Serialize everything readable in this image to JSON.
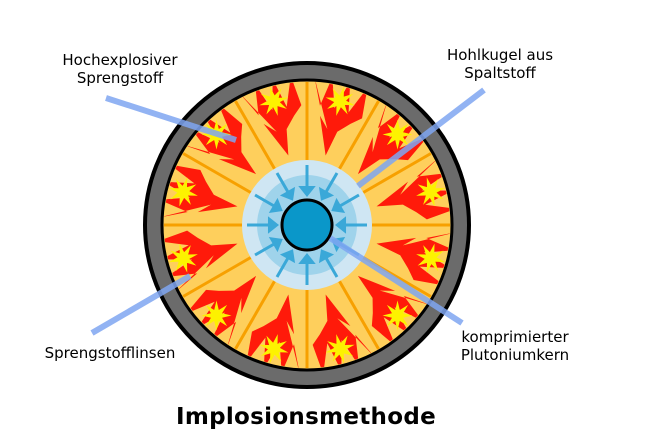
{
  "title": "Implosionsmethode",
  "labels": {
    "high_explosive": [
      "Hochexplosiver",
      "Sprengstoff"
    ],
    "hollow_sphere": [
      "Hohlkugel aus",
      "Spaltstoff"
    ],
    "lenses": [
      "Sprengstofflinsen"
    ],
    "core": [
      "komprimierter",
      "Plutoniumkern"
    ]
  },
  "colors": {
    "casing": "#6b6b6b",
    "explosive": "#fecf5c",
    "lens": "#ff1a0a",
    "burst": "#fdf200",
    "divider": "#f7a000",
    "hollow_outer": "#cfe6f3",
    "hollow_inner": "#9fd3eb",
    "core": "#0a97c9",
    "arrow": "#3aa8d8",
    "leader": "#7fa6f2"
  },
  "segments": 12
}
